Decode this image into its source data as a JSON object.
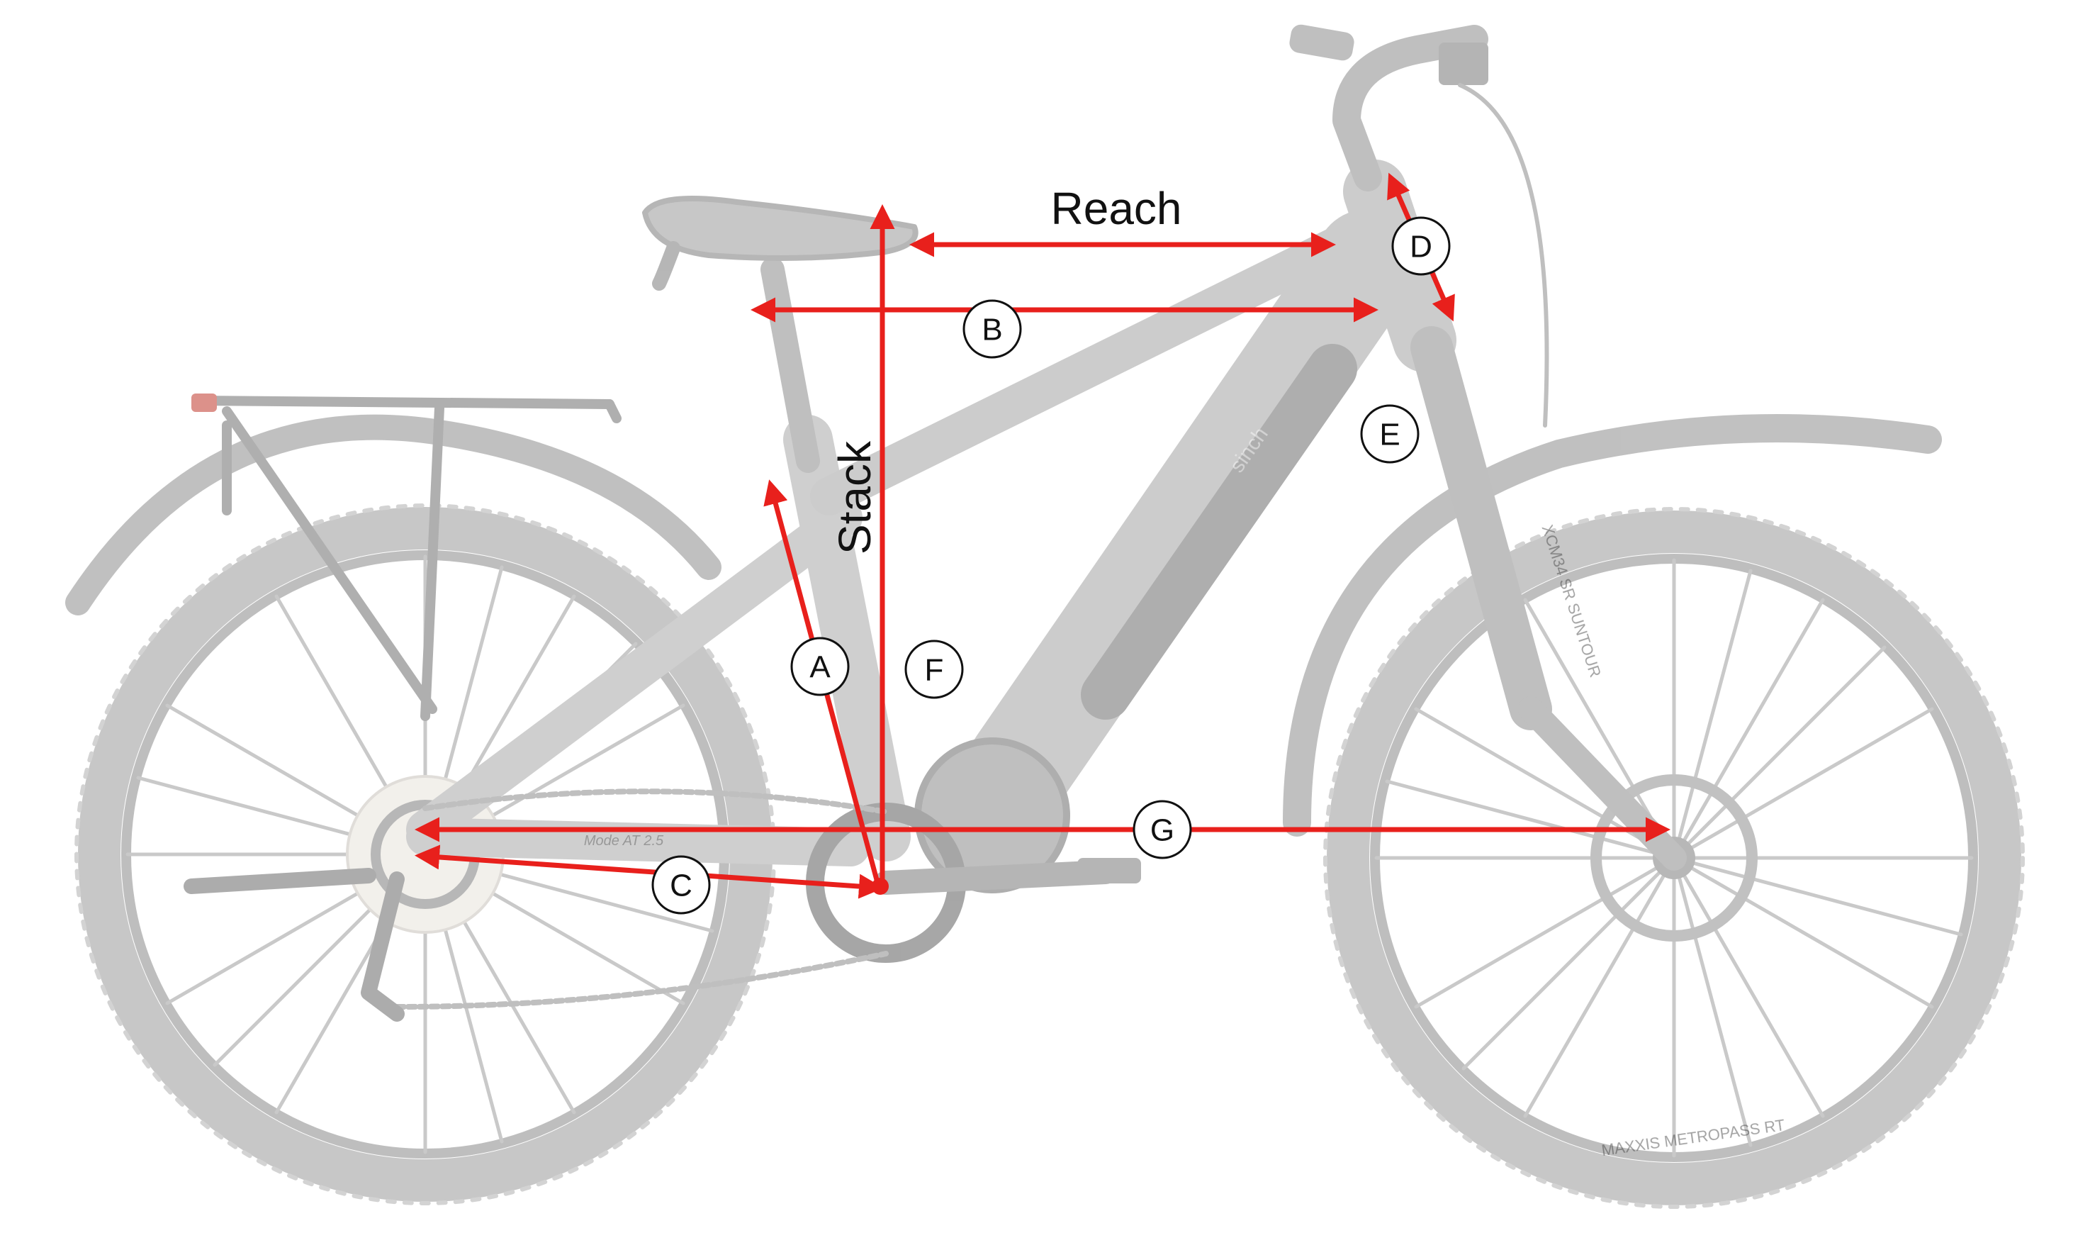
{
  "labels": {
    "reach": "Reach",
    "stack": "Stack",
    "a": "A",
    "b": "B",
    "c": "C",
    "d": "D",
    "e": "E",
    "f": "F",
    "g": "G"
  },
  "bike_branding": {
    "frame_logo": "sinch",
    "chainstay_text": "Mode AT 2.5",
    "fork_text": "XCM34 SR SUNTOUR",
    "tire_text": "MAXXIS METROPASS RT"
  },
  "colors": {
    "measure_red": "#e8201c",
    "bike_gray": "#bdbdbd",
    "label_text": "#111111",
    "background": "#ffffff"
  }
}
